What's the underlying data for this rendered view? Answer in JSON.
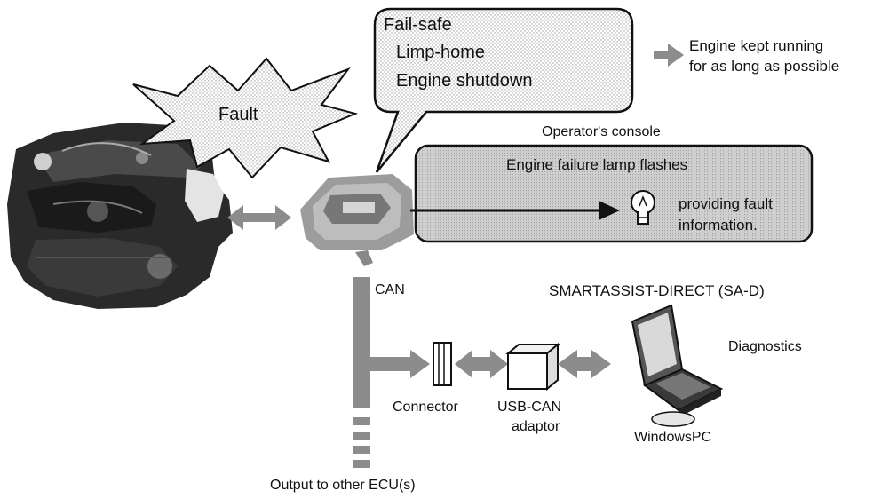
{
  "bubble": {
    "line1": "Fail-safe",
    "line2": "Limp-home",
    "line3": "Engine shutdown"
  },
  "result": {
    "line1": "Engine kept running",
    "line2": "for as long as possible"
  },
  "fault": {
    "label": "Fault"
  },
  "console": {
    "title": "Operator's console",
    "lamp_text": "Engine failure lamp flashes",
    "info_line1": "providing fault",
    "info_line2": "information."
  },
  "can": {
    "label": "CAN"
  },
  "sad": {
    "title": "SMARTASSIST-DIRECT (SA-D)"
  },
  "diagnostics": {
    "label": "Diagnostics"
  },
  "connector": {
    "label": "Connector"
  },
  "adaptor": {
    "line1": "USB-CAN",
    "line2": "adaptor"
  },
  "pc": {
    "label": "WindowsPC"
  },
  "output": {
    "label": "Output to other ECU(s)"
  },
  "colors": {
    "arrow_gray": "#8c8c8c",
    "panel_gray": "#c6c6c6",
    "outline": "#111111",
    "engine_dark": "#2a2a2a"
  }
}
